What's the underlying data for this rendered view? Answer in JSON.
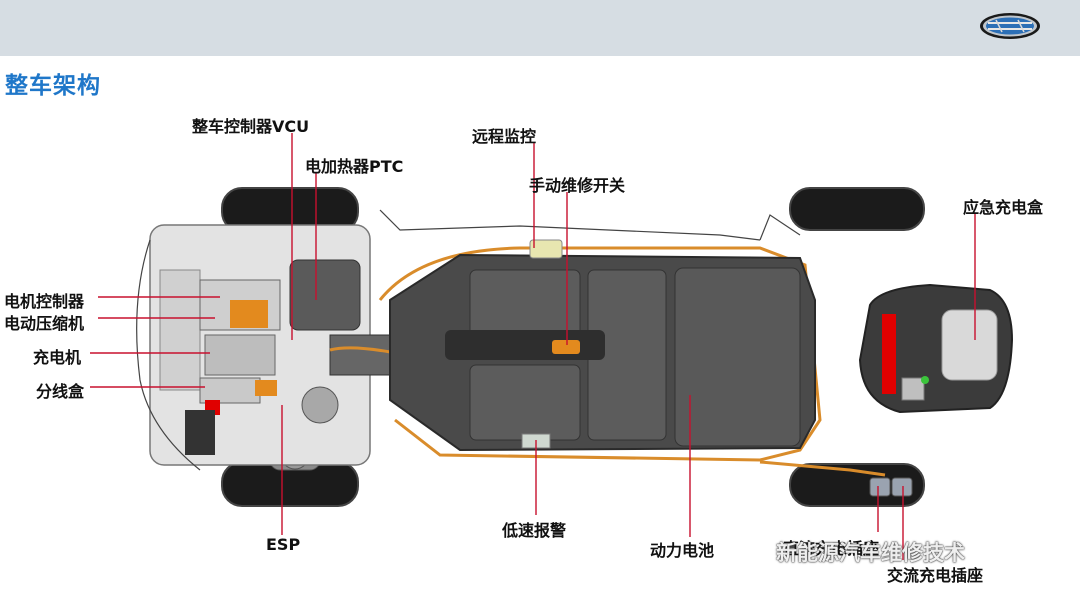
{
  "header": {
    "logo": "geely-logo"
  },
  "title": "整车架构",
  "labels": {
    "vcu": "整车控制器VCU",
    "ptc": "电加热器PTC",
    "remote_monitor": "远程监控",
    "service_switch": "手动维修开关",
    "emergency_box": "应急充电盒",
    "motor_controller": "电机控制器",
    "e_compressor": "电动压缩机",
    "charger": "充电机",
    "junction_box": "分线盒",
    "esp": "ESP",
    "low_speed_alarm": "低速报警",
    "battery": "动力电池",
    "dc_socket": "直流充电插座",
    "ac_socket": "交流充电插座"
  },
  "watermark": {
    "text": "新能源汽车维修技术",
    "icon": "wechat-icon"
  },
  "colors": {
    "title": "#1f77c9",
    "leader": "#c8102e",
    "header_bg": "#d6dde3",
    "cable": "#d98c2b"
  }
}
